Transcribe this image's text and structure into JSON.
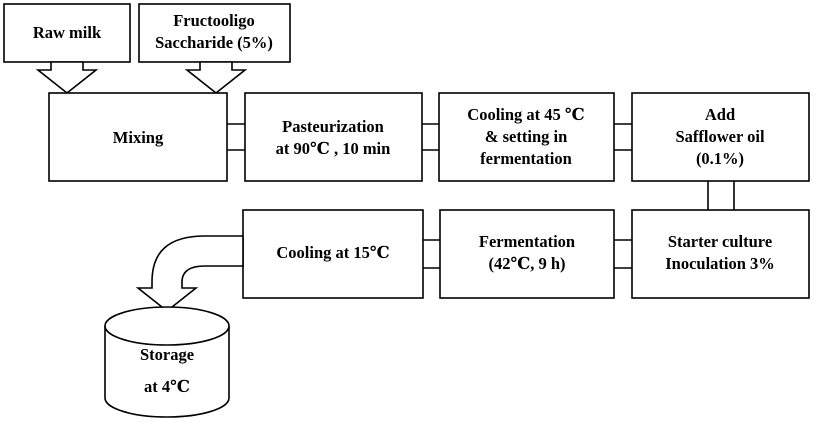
{
  "diagram": {
    "inputs": {
      "raw_milk": "Raw milk",
      "fos_line1": "Fructooligo",
      "fos_line2": "Saccharide (5%)"
    },
    "row1": {
      "mixing": "Mixing",
      "pasteurization_line1": "Pasteurization",
      "pasteurization_line2": "at 90℃ , 10 min",
      "cooling45_line1": "Cooling at 45 ℃",
      "cooling45_line2": "& setting in",
      "cooling45_line3": "fermentation",
      "add_line1": "Add",
      "add_line2": "Safflower oil",
      "add_line3": "(0.1%)"
    },
    "row2": {
      "cooling15": "Cooling at 15℃",
      "fermentation_line1": "Fermentation",
      "fermentation_line2": "(42℃, 9 h)",
      "starter_line1": "Starter culture",
      "starter_line2": "Inoculation 3%"
    },
    "storage": {
      "line1": "Storage",
      "line2": "at 4℃"
    }
  }
}
